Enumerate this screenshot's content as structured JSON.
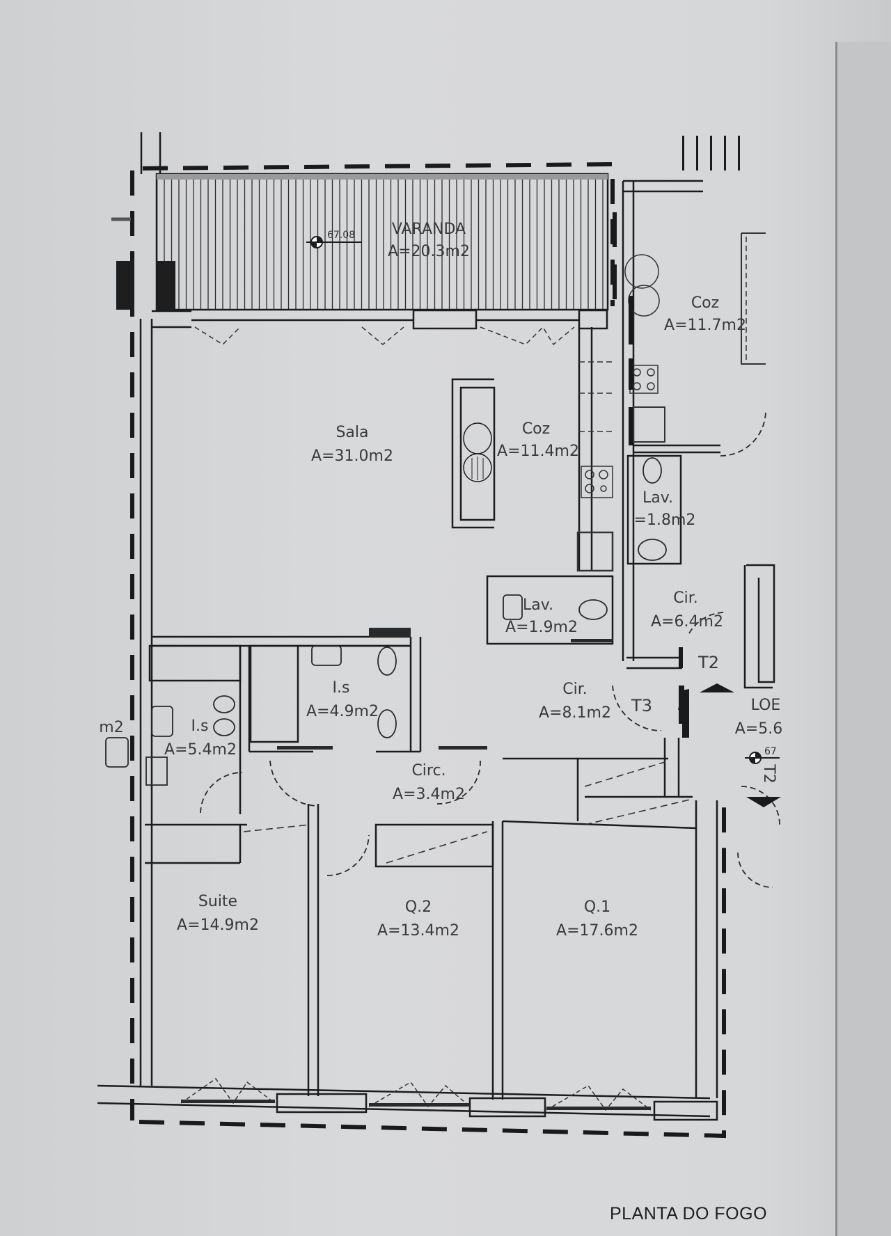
{
  "document": {
    "title": "PLANTA DO FOGO",
    "colors": {
      "paper": "#d6d7d9",
      "ink": "#1c1c1c",
      "text": "#3a3a3a"
    }
  },
  "elevation_marks": [
    {
      "value": "67.08"
    },
    {
      "value": "67"
    }
  ],
  "section_marks": [
    {
      "label": "T2"
    },
    {
      "label": "T3"
    },
    {
      "label": "T2"
    }
  ],
  "rooms": {
    "varanda": {
      "name": "VARANDA",
      "area": "A=20.3m2"
    },
    "coz_right": {
      "name": "Coz",
      "area": "A=11.7m2"
    },
    "sala": {
      "name": "Sala",
      "area": "A=31.0m2"
    },
    "coz_island": {
      "name": "Coz",
      "area": "A=11.4m2"
    },
    "lav_right": {
      "name": "Lav.",
      "area": "=1.8m2"
    },
    "lav_center": {
      "name": "Lav.",
      "area": "A=1.9m2"
    },
    "cir_right": {
      "name": "Cir.",
      "area": "A=6.4m2"
    },
    "cir_center": {
      "name": "Cir.",
      "area": "A=8.1m2"
    },
    "loe": {
      "name": "LOE",
      "area": "A=5.6"
    },
    "is_center": {
      "name": "I.s",
      "area": "A=4.9m2"
    },
    "is_left": {
      "name": "I.s",
      "area": "A=5.4m2"
    },
    "circ": {
      "name": "Circ.",
      "area": "A=3.4m2"
    },
    "suite": {
      "name": "Suite",
      "area": "A=14.9m2"
    },
    "q2": {
      "name": "Q.2",
      "area": "A=13.4m2"
    },
    "q1": {
      "name": "Q.1",
      "area": "A=17.6m2"
    },
    "partial_left": {
      "area": "m2"
    }
  }
}
